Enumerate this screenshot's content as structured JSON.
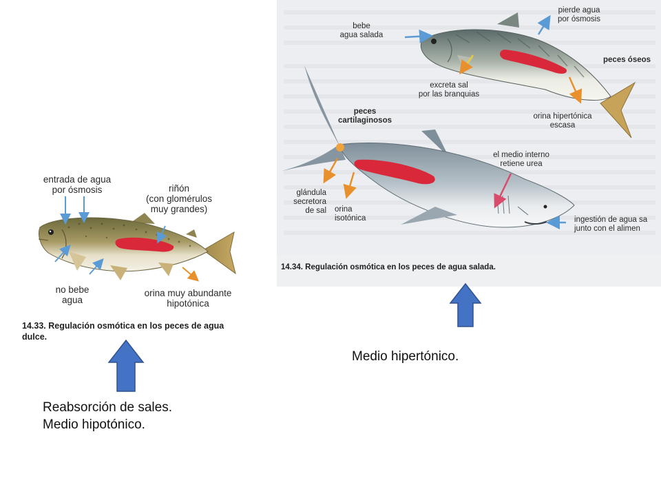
{
  "left_figure": {
    "labels": {
      "entrada_agua": [
        "entrada de agua",
        "por ósmosis"
      ],
      "rinon": [
        "riñón",
        "(con glomérulos",
        "muy grandes)"
      ],
      "no_bebe": [
        "no bebe",
        "agua"
      ],
      "orina": [
        "orina muy abundante",
        "hipotónica"
      ]
    },
    "caption": [
      "14.33. Regulación osmótica en los peces de agua",
      "dulce."
    ]
  },
  "right_figure": {
    "labels": {
      "bebe": [
        "bebe",
        "agua salada"
      ],
      "pierde": [
        "pierde agua",
        "por ósmosis"
      ],
      "peces_oseos": "peces óseos",
      "excreta": [
        "excreta sal",
        "por las branquias"
      ],
      "orina_hipertonica": [
        "orina hipertónica",
        "escasa"
      ],
      "cartilaginosos": [
        "peces",
        "cartilaginosos"
      ],
      "urea": [
        "el medio interno",
        "retiene urea"
      ],
      "glandula": [
        "glándula",
        "secretora",
        "de sal"
      ],
      "orina_isotonica": [
        "orina",
        "isotónica"
      ],
      "ingestion": [
        "ingestión de agua sa",
        "junto con el alimen"
      ]
    },
    "caption": "14.34. Regulación osmótica en los peces de agua salada."
  },
  "notes": {
    "left": [
      "Reabsorción de sales.",
      "Medio hipotónico."
    ],
    "right": "Medio hipertónico."
  },
  "colors": {
    "pointer_arrow": "#4472c4",
    "water_arrow": "#5b9bd5",
    "urine_arrow": "#e8912c",
    "urea_arrow": "#d94b6a",
    "kidney": "#d8283a"
  }
}
